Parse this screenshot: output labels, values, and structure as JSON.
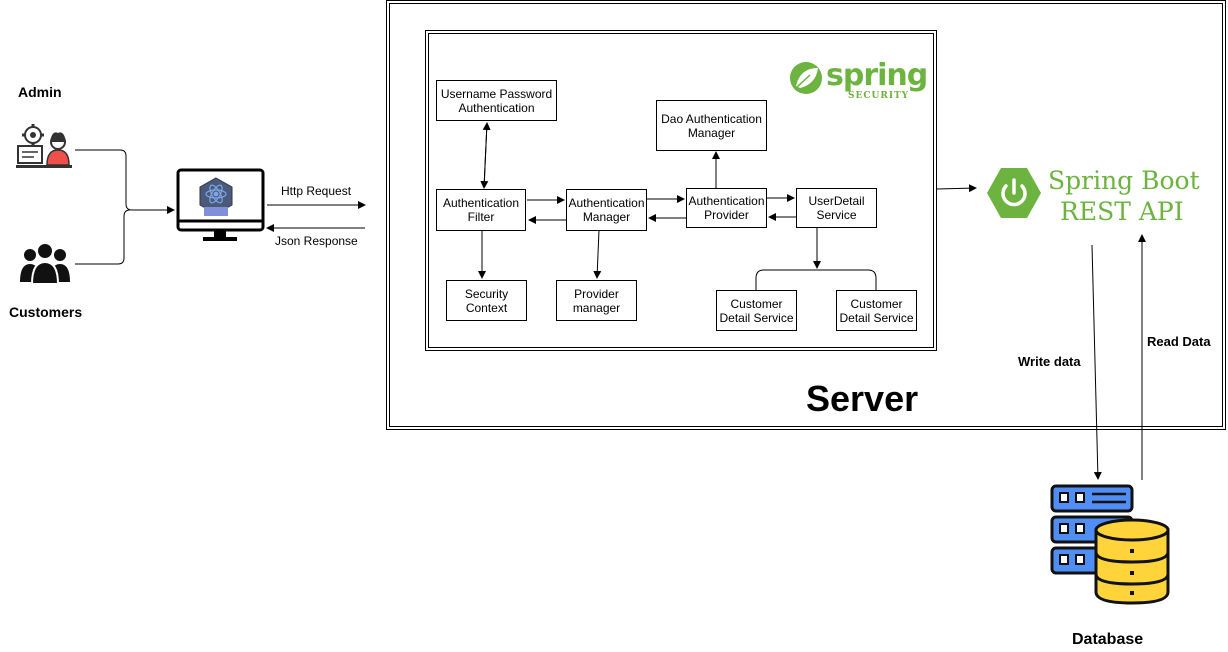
{
  "actors": {
    "admin_label": "Admin",
    "customers_label": "Customers"
  },
  "client": {
    "logo_text": "React",
    "http_request_label": "Http Request",
    "json_response_label": "Json Response"
  },
  "server": {
    "title": "Server",
    "security_logo": {
      "word": "spring",
      "sub": "SECURITY"
    },
    "boxes": {
      "username_password_auth": "Username Password Authentication",
      "authentication_filter": "Authentication Filter",
      "security_context": "Security Context",
      "authentication_manager": "Authentication Manager",
      "provider_manager": "Provider manager",
      "dao_authentication_manager": "Dao Authentication Manager",
      "authentication_provider": "Authentication Provider",
      "userdetail_service": "UserDetail Service",
      "customer_detail_service_1": "Customer Detail Service",
      "customer_detail_service_2": "Customer Detail Service"
    }
  },
  "spring_boot": {
    "line1": "Spring Boot",
    "line2": "REST API"
  },
  "database": {
    "label": "Database",
    "write_label": "Write data",
    "read_label": "Read Data"
  },
  "colors": {
    "spring_green": "#6db33f",
    "server_blue": "#4f8ef7",
    "db_yellow": "#ffd43b",
    "admin_red": "#f0504b",
    "react_blue": "#7fa7e8"
  }
}
